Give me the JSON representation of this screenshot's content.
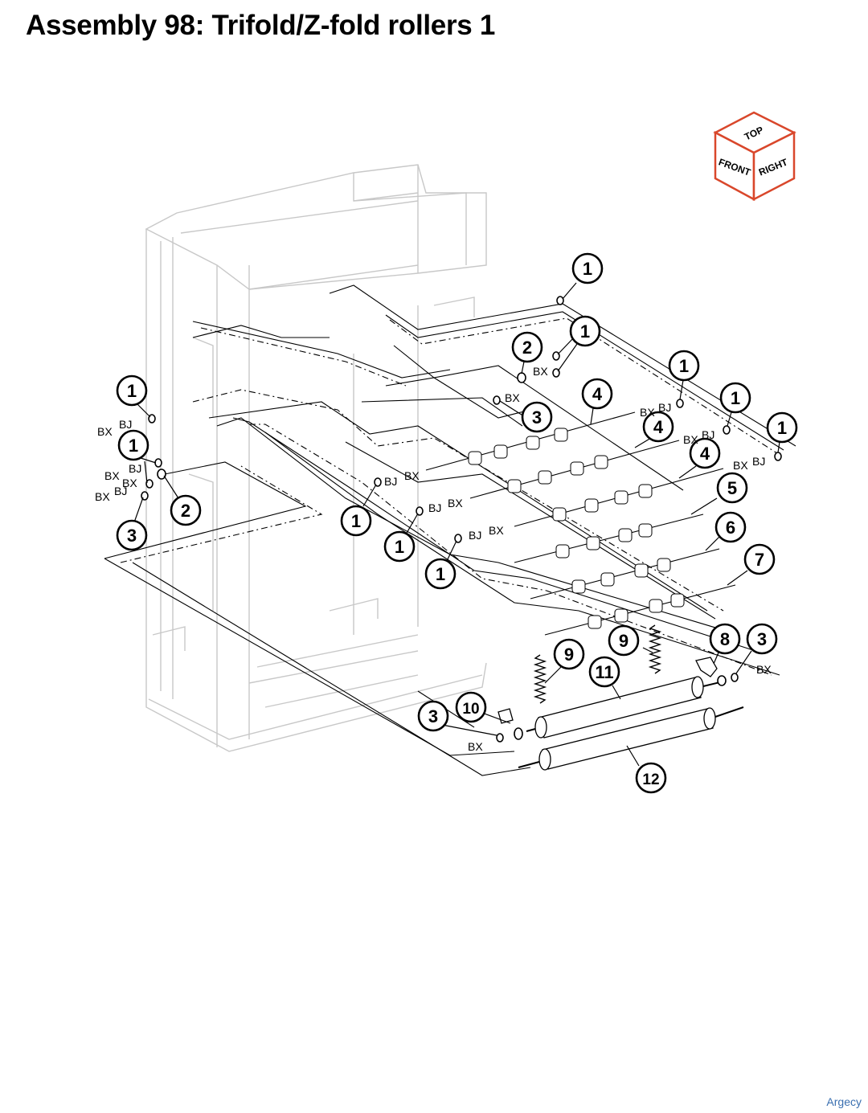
{
  "title": "Assembly 98: Trifold/Z-fold rollers 1",
  "watermark": "Argecy",
  "orientation_cube": {
    "top": "TOP",
    "front": "FRONT",
    "right": "RIGHT",
    "accent_color": "#d9472b"
  },
  "callouts": [
    "1",
    "1",
    "2",
    "1",
    "1",
    "1",
    "4",
    "3",
    "1",
    "1",
    "2",
    "4",
    "3",
    "1",
    "4",
    "1",
    "5",
    "1",
    "6",
    "7",
    "9",
    "9",
    "11",
    "8",
    "3",
    "10",
    "3",
    "12"
  ],
  "code_labels": [
    "BX",
    "BJ",
    "BX",
    "BJ",
    "BX",
    "BJ",
    "BX",
    "BJ",
    "BX",
    "BX",
    "BJ",
    "BX",
    "BX",
    "BJ",
    "BX",
    "BJ",
    "BX",
    "BJ",
    "BX",
    "BJ",
    "BX",
    "BX",
    "BX"
  ]
}
